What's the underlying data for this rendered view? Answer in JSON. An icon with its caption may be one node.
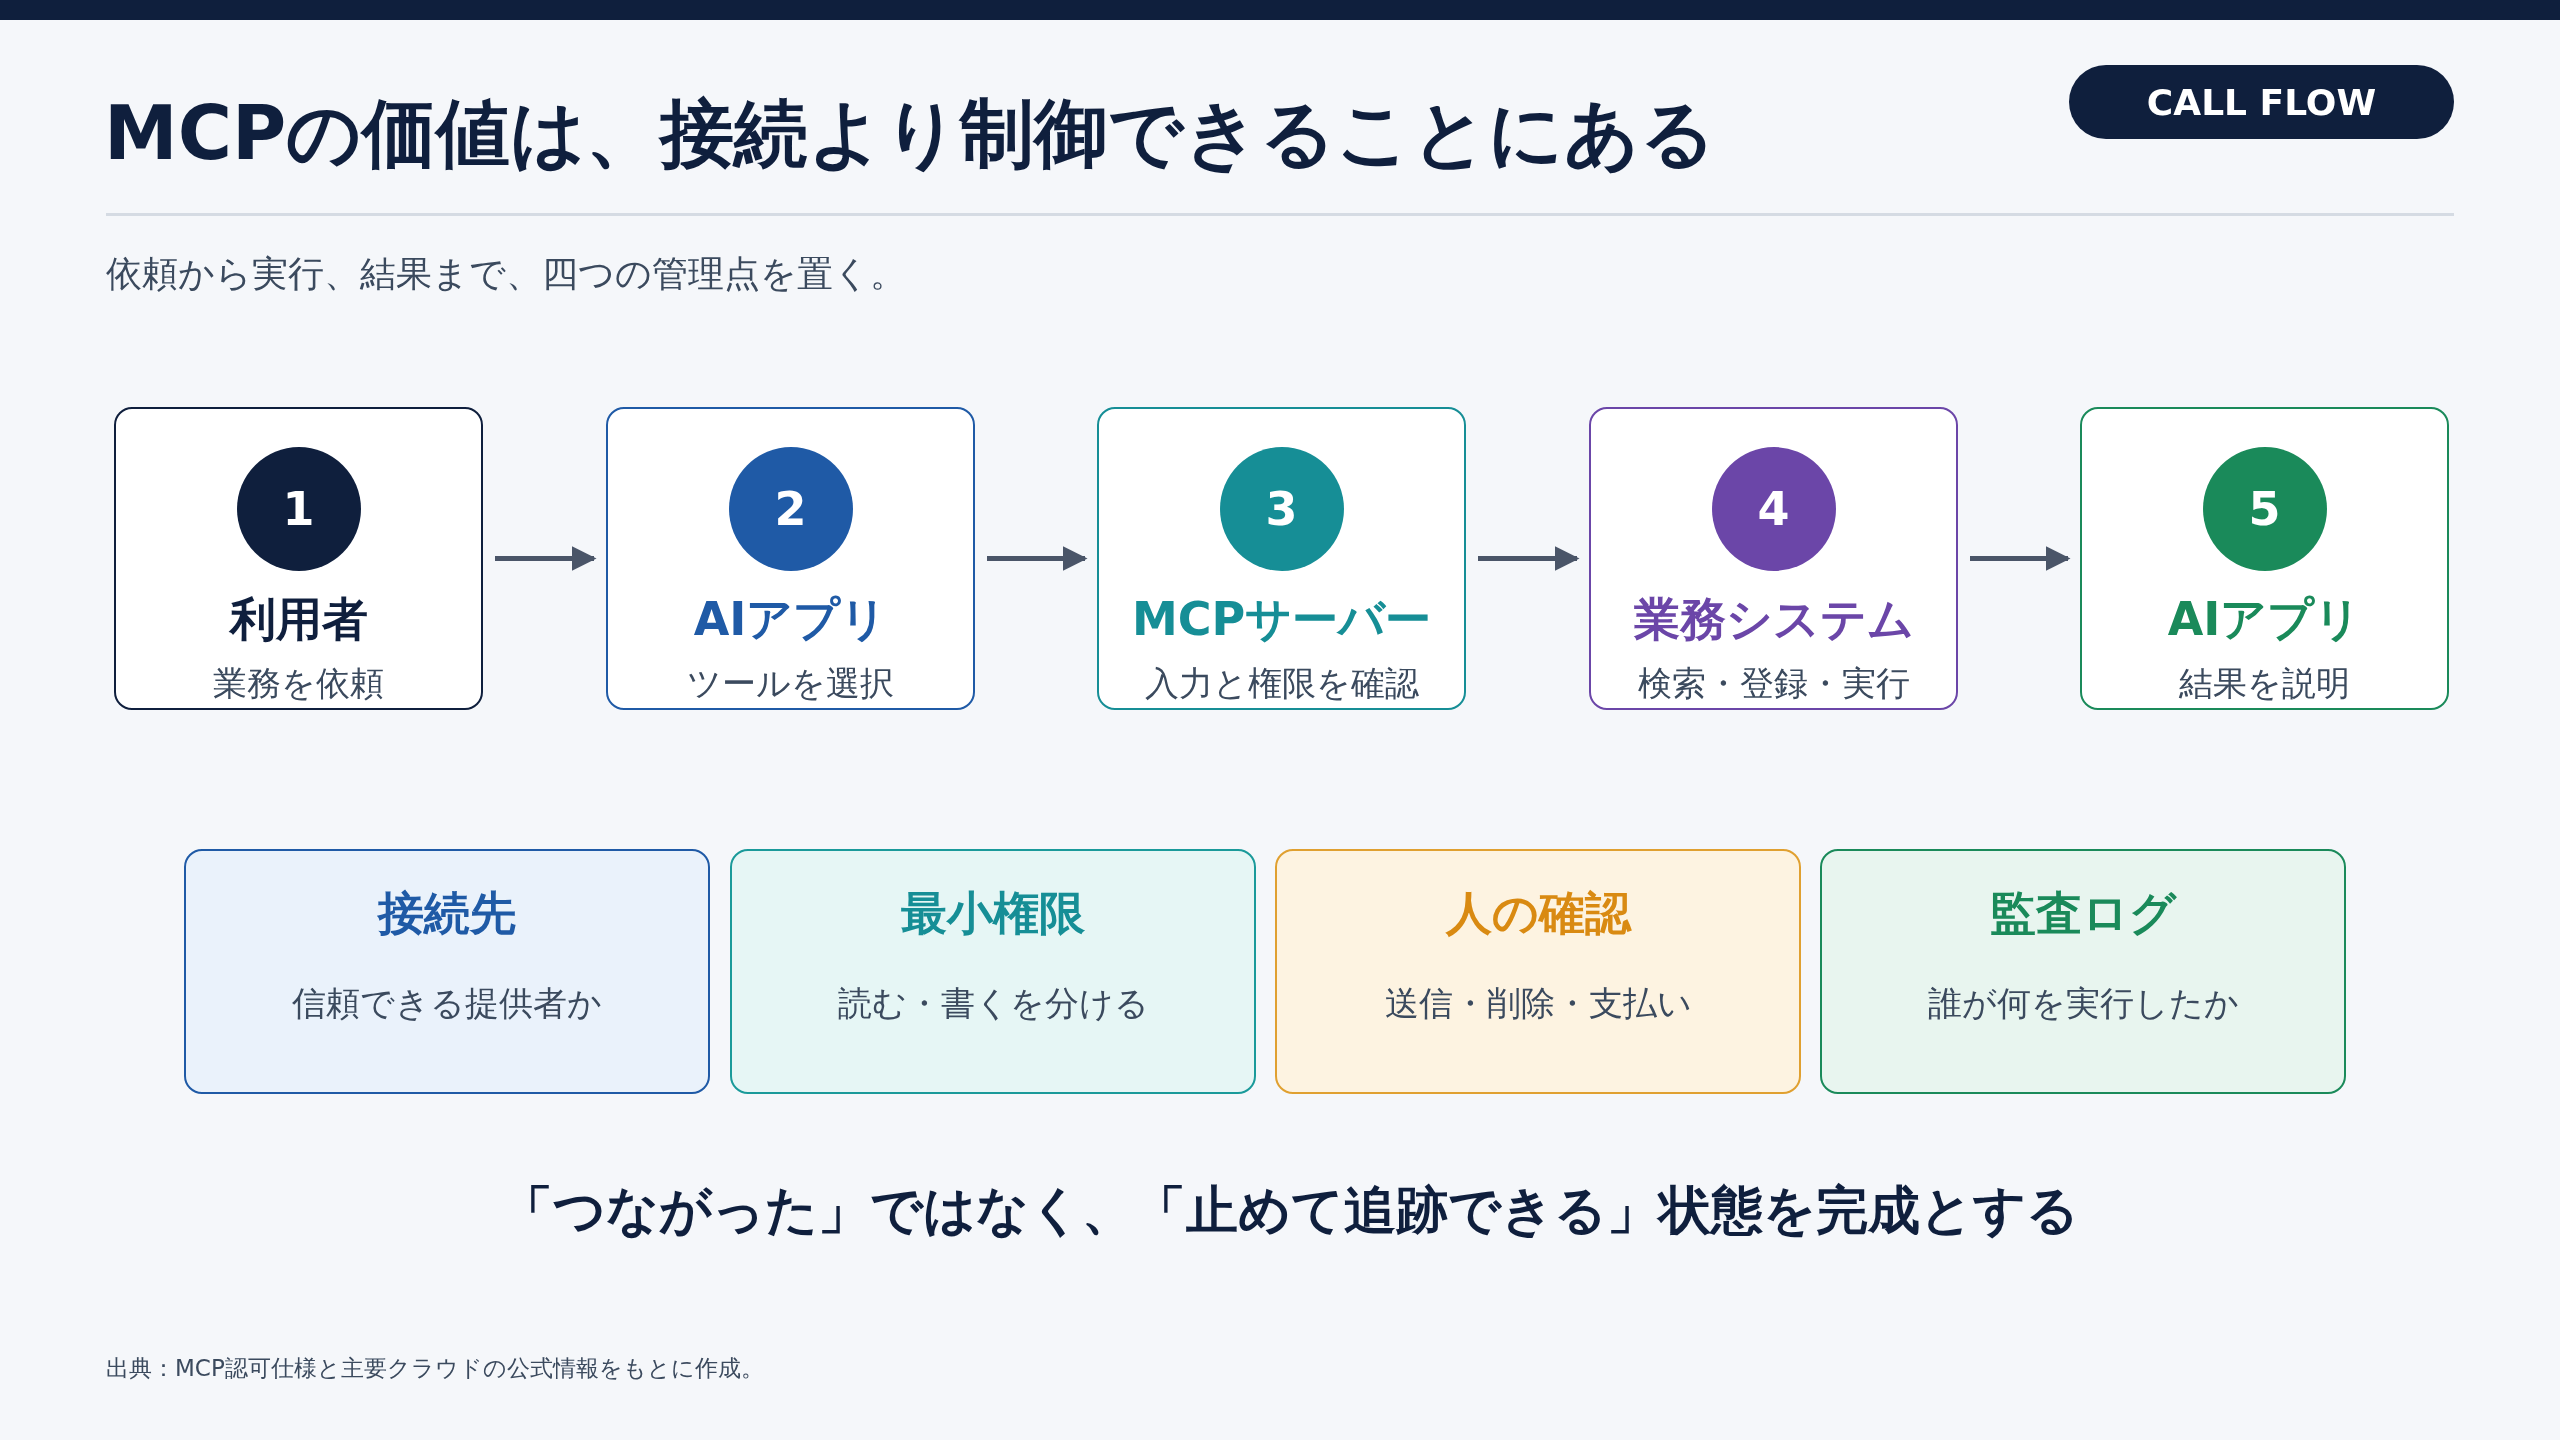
{
  "diagram": {
    "title": "MCPの価値は、接続より制御できることにある",
    "nodes": [
      {
        "text": [
          "CALL FLOW"
        ]
      },
      {
        "text": [
          "1",
          "利用者",
          "業務を依頼"
        ]
      },
      {
        "text": [
          "2",
          "AIアプリ",
          "ツールを選択"
        ]
      },
      {
        "text": [
          "3",
          "MCPサーバー",
          "入力と権限を確認"
        ]
      },
      {
        "text": [
          "4",
          "業務システム",
          "検索・登録・実行"
        ]
      },
      {
        "text": [
          "5",
          "AIアプリ",
          "結果を説明"
        ]
      },
      {
        "text": [
          "接続先",
          "信頼できる提供者か"
        ]
      },
      {
        "text": [
          "最小権限",
          "読む・書くを分ける"
        ]
      },
      {
        "text": [
          "人の確認",
          "送信・削除・支払い"
        ]
      },
      {
        "text": [
          "監査ログ",
          "誰が何を実行したか"
        ]
      }
    ],
    "edges": [
      {
        "from": 1,
        "to": 2,
        "arrow": "to"
      },
      {
        "from": 2,
        "to": 3,
        "arrow": "to"
      },
      {
        "from": 3,
        "to": 4,
        "arrow": "to"
      },
      {
        "from": 4,
        "to": 5,
        "arrow": "to"
      }
    ],
    "labels": [
      "依頼から実行、結果まで、四つの管理点を置く。",
      "「つながった」ではなく、「止めて追跡できる」状態を完成とする",
      "出典：MCP認可仕様と主要クラウドの公式情報をもとに作成。"
    ]
  }
}
